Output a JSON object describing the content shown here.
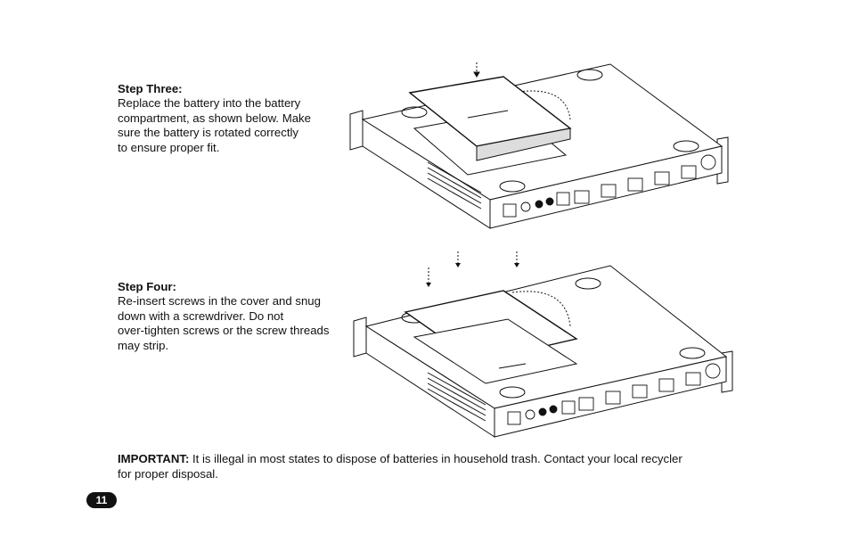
{
  "steps": [
    {
      "title": "Step Three:",
      "body": "Replace the battery into the battery\ncompartment, as shown below. Make\nsure the battery is rotated correctly\nto ensure proper fit."
    },
    {
      "title": "Step Four:",
      "body": "Re-insert screws in the cover and snug\ndown with a screwdriver. Do not\nover-tighten screws or the screw threads\nmay strip."
    }
  ],
  "important": {
    "label": "IMPORTANT:",
    "text": " It is illegal in most states to dispose of batteries in household trash. Contact your local recycler for proper disposal."
  },
  "page_number": "11"
}
